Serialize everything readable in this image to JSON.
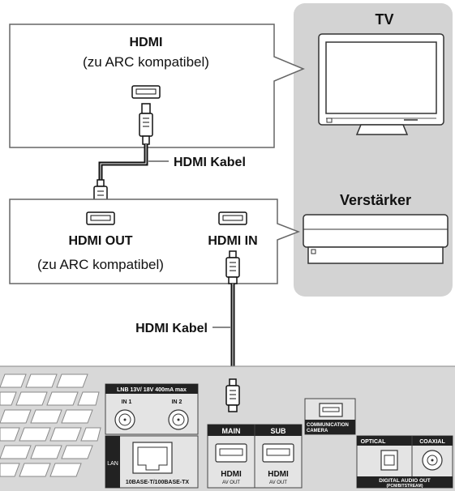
{
  "tv_label": "TV",
  "amp_label": "Verstärker",
  "tv_box": {
    "title": "HDMI",
    "subtitle": "(zu ARC kompatibel)"
  },
  "amp_box": {
    "out_title": "HDMI OUT",
    "out_subtitle": "(zu ARC kompatibel)",
    "in_title": "HDMI IN"
  },
  "cable_label_1": "HDMI Kabel",
  "cable_label_2": "HDMI Kabel",
  "panel": {
    "lnb_label": "LNB  13V/ 18V 400mA max",
    "in1": "IN 1",
    "in2": "IN 2",
    "lan": "LAN",
    "lan_standard": "10BASE-T/100BASE-TX",
    "main": "MAIN",
    "sub": "SUB",
    "hdmi_logo_1": "HDMI",
    "av_out_1": "AV OUT",
    "hdmi_logo_2": "HDMI",
    "av_out_2": "AV OUT",
    "comm_cam_1": "COMMUNICATION",
    "comm_cam_2": "CAMERA",
    "optical": "OPTICAL",
    "coaxial": "COAXIAL",
    "digital_audio": "DIGITAL AUDIO OUT",
    "pcm": "(PCM/BITSTREAM)"
  },
  "colors": {
    "panel_bg": "#d8d8d8",
    "right_area": "#d3d3d3",
    "stroke": "#666666",
    "cable": "#111111"
  }
}
